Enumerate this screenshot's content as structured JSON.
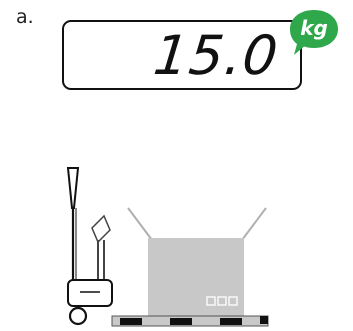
{
  "item_label": "a.",
  "display": {
    "reading": "15.0",
    "unit": "kg"
  },
  "colors": {
    "unit_badge": "#2ea84a",
    "pallet_box": "#c8c8c8",
    "frame": "#111111"
  },
  "icons": [
    "pallet-scale-icon",
    "box-icon"
  ]
}
